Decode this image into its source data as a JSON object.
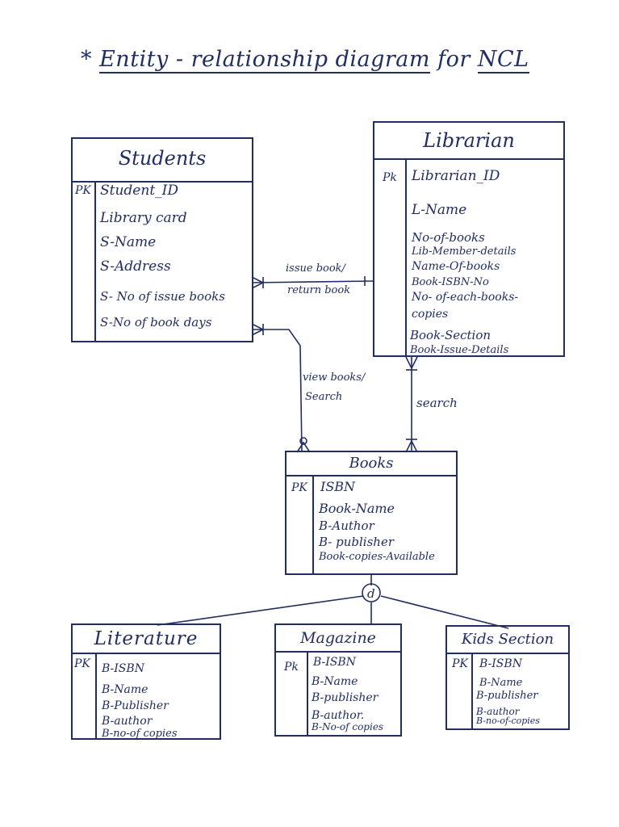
{
  "title": {
    "bullet": "*",
    "main": "Entity - relationship diagram",
    "suffix": "for",
    "acronym": "NCL"
  },
  "entities": {
    "students": {
      "name": "Students",
      "pk": "PK",
      "attrs": [
        "Student_ID",
        "Library card",
        "S-Name",
        "S-Address",
        "S- No of issue books",
        "S-No of book days"
      ]
    },
    "librarian": {
      "name": "Librarian",
      "pk": "Pk",
      "attrs": [
        "Librarian_ID",
        "L-Name",
        "No-of-books",
        "Lib-Member-details",
        "Name-Of-books",
        "Book-ISBN-No",
        "No- of-each-books-",
        "copies",
        "Book-Section",
        "Book-Issue-Details"
      ]
    },
    "books": {
      "name": "Books",
      "pk": "PK",
      "attrs": [
        "ISBN",
        "Book-Name",
        "B-Author",
        "B- publisher",
        "Book-copies-Available"
      ]
    },
    "literature": {
      "name": "Literature",
      "pk": "PK",
      "attrs": [
        "B-ISBN",
        "B-Name",
        "B-Publisher",
        "B-author",
        "B-no-of copies"
      ]
    },
    "magazine": {
      "name": "Magazine",
      "pk": "Pk",
      "attrs": [
        "B-ISBN",
        "B-Name",
        "B-publisher",
        "B-author.",
        "B-No-of copies"
      ]
    },
    "kids": {
      "name": "Kids Section",
      "pk": "PK",
      "attrs": [
        "B-ISBN",
        "B-Name",
        "B-publisher",
        "B-author",
        "B-no-of-copies"
      ]
    }
  },
  "relationships": {
    "issue": [
      "issue book/",
      "return book"
    ],
    "view": [
      "view books/",
      "Search"
    ],
    "search": "search",
    "disjoint": "d"
  }
}
